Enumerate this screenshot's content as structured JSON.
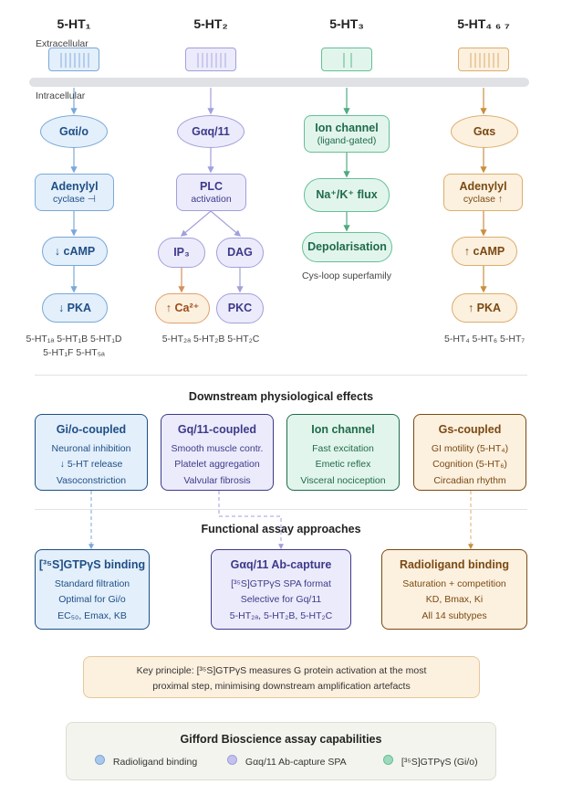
{
  "receptors": [
    {
      "name": "5-HT₁",
      "color": "#7aa8d8"
    },
    {
      "name": "5-HT₂",
      "color": "#a19fdc"
    },
    {
      "name": "5-HT₃",
      "color": "#66bf97"
    },
    {
      "name": "5-HT₄ ₆ ₇",
      "color": "#dcae6c"
    }
  ],
  "membrane": {
    "extracellular": "Extracellular",
    "intracellular": "Intracellular"
  },
  "pathway1": {
    "gprotein": "Gαi/o",
    "enzyme": "Adenylyl",
    "enzyme_sub": "cyclase ⊣",
    "messenger": "↓ cAMP",
    "kinase": "↓ PKA",
    "subtypes_line1": "5-HT₁ₐ 5-HT₁B 5-HT₁D",
    "subtypes_line2": "5-HT₁F 5-HT₅ₐ"
  },
  "pathway2": {
    "gprotein": "Gαq/11",
    "enzyme": "PLC",
    "enzyme_sub": "activation",
    "ip3": "IP₃",
    "dag": "DAG",
    "ca": "↑ Ca²⁺",
    "pkc": "PKC",
    "subtypes": "5-HT₂ₐ 5-HT₂B 5-HT₂C"
  },
  "pathway3": {
    "channel": "Ion channel",
    "channel_sub": "(ligand-gated)",
    "flux": "Na⁺/K⁺ flux",
    "effect": "Depolarisation",
    "family": "Cys-loop superfamily"
  },
  "pathway4": {
    "gprotein": "Gαs",
    "enzyme": "Adenylyl",
    "enzyme_sub": "cyclase ↑",
    "messenger": "↑ cAMP",
    "kinase": "↑ PKA",
    "subtypes": "5-HT₄ 5-HT₆ 5-HT₇"
  },
  "effects": {
    "heading": "Downstream physiological effects",
    "cards": [
      {
        "title": "Gi/o-coupled",
        "lines": [
          "Neuronal inhibition",
          "↓ 5-HT release",
          "Vasoconstriction"
        ]
      },
      {
        "title": "Gq/11-coupled",
        "lines": [
          "Smooth muscle contr.",
          "Platelet aggregation",
          "Valvular fibrosis"
        ]
      },
      {
        "title": "Ion channel",
        "lines": [
          "Fast excitation",
          "Emetic reflex",
          "Visceral nociception"
        ]
      },
      {
        "title": "Gs-coupled",
        "lines": [
          "GI motility (5-HT₄)",
          "Cognition (5-HT₆)",
          "Circadian rhythm"
        ]
      }
    ]
  },
  "assays": {
    "heading": "Functional assay approaches",
    "cards": [
      {
        "title": "[³⁵S]GTPγS binding",
        "lines": [
          "Standard filtration",
          "Optimal for Gi/o",
          "EC₅₀, Emax, KB"
        ]
      },
      {
        "title": "Gαq/11 Ab-capture",
        "lines": [
          "[³⁵S]GTPγS SPA format",
          "Selective for Gq/11",
          "5-HT₂ₐ, 5-HT₂B, 5-HT₂C"
        ]
      },
      {
        "title": "Radioligand binding",
        "lines": [
          "Saturation + competition",
          "KD, Bmax, Ki",
          "All 14 subtypes"
        ]
      }
    ]
  },
  "principle": {
    "line1": "Key principle: [³⁵S]GTPγS measures G protein activation at the most",
    "line2": "proximal step, minimising downstream amplification artefacts"
  },
  "capabilities": {
    "title": "Gifford Bioscience assay capabilities",
    "items": [
      {
        "label": "Radioligand binding",
        "color": "#a9c9ec"
      },
      {
        "label": "Gαq/11 Ab-capture SPA",
        "color": "#c3c1ee"
      },
      {
        "label": "[³⁵S]GTPγS (Gi/o)",
        "color": "#9fd9bd"
      }
    ]
  }
}
